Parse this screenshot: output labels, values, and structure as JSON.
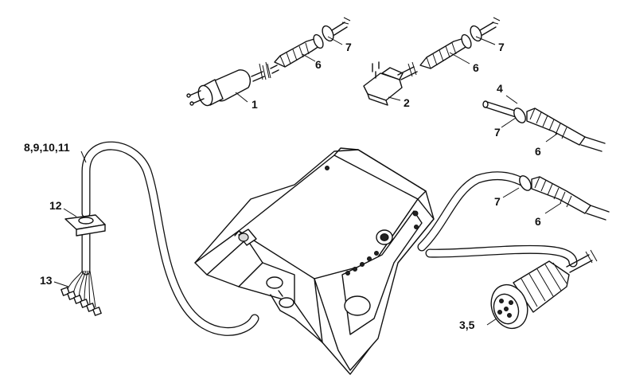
{
  "callouts": [
    {
      "id": "1",
      "text": "1"
    },
    {
      "id": "2",
      "text": "2"
    },
    {
      "id": "3_5",
      "text": "3,5"
    },
    {
      "id": "4",
      "text": "4"
    },
    {
      "id": "6a",
      "text": "6"
    },
    {
      "id": "6b",
      "text": "6"
    },
    {
      "id": "6c",
      "text": "6"
    },
    {
      "id": "6d",
      "text": "6"
    },
    {
      "id": "7a",
      "text": "7"
    },
    {
      "id": "7b",
      "text": "7"
    },
    {
      "id": "7c",
      "text": "7"
    },
    {
      "id": "7d",
      "text": "7"
    },
    {
      "id": "8_11",
      "text": "8,9,10,11"
    },
    {
      "id": "12",
      "text": "12"
    },
    {
      "id": "13",
      "text": "13"
    }
  ]
}
